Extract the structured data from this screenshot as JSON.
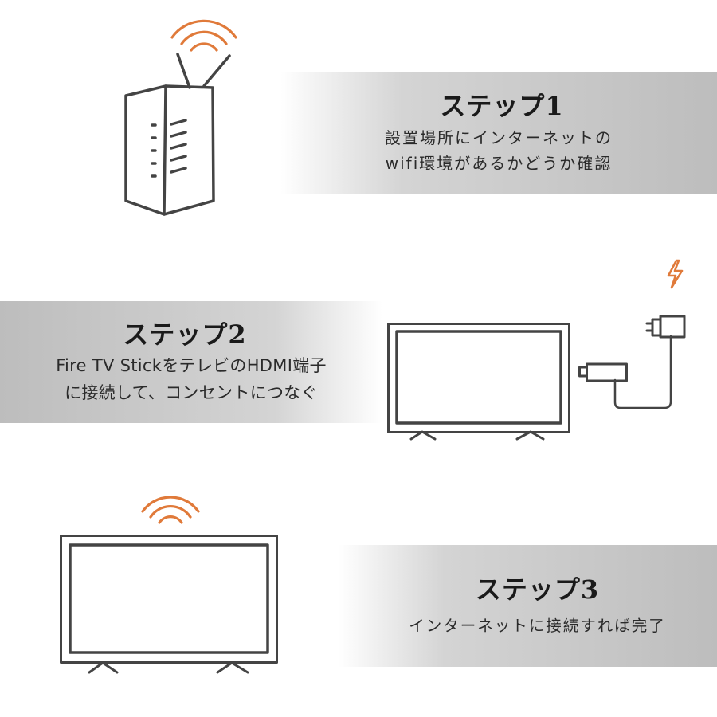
{
  "colors": {
    "accent": "#e07a3a",
    "line": "#444444"
  },
  "steps": [
    {
      "title": "ステップ1",
      "lines": [
        "設置場所にインターネットの",
        "wifi環境があるかどうか確認"
      ],
      "icons": [
        "wifi-icon",
        "router-icon"
      ]
    },
    {
      "title": "ステップ2",
      "lines": [
        "Fire TV StickをテレビのHDMI端子",
        "に接続して、コンセントにつなぐ"
      ],
      "icons": [
        "tv-icon",
        "fire-tv-stick-icon",
        "power-adapter-icon",
        "lightning-icon"
      ]
    },
    {
      "title": "ステップ3",
      "lines": [
        "インターネットに接続すれば完了"
      ],
      "icons": [
        "wifi-icon",
        "tv-icon"
      ]
    }
  ]
}
